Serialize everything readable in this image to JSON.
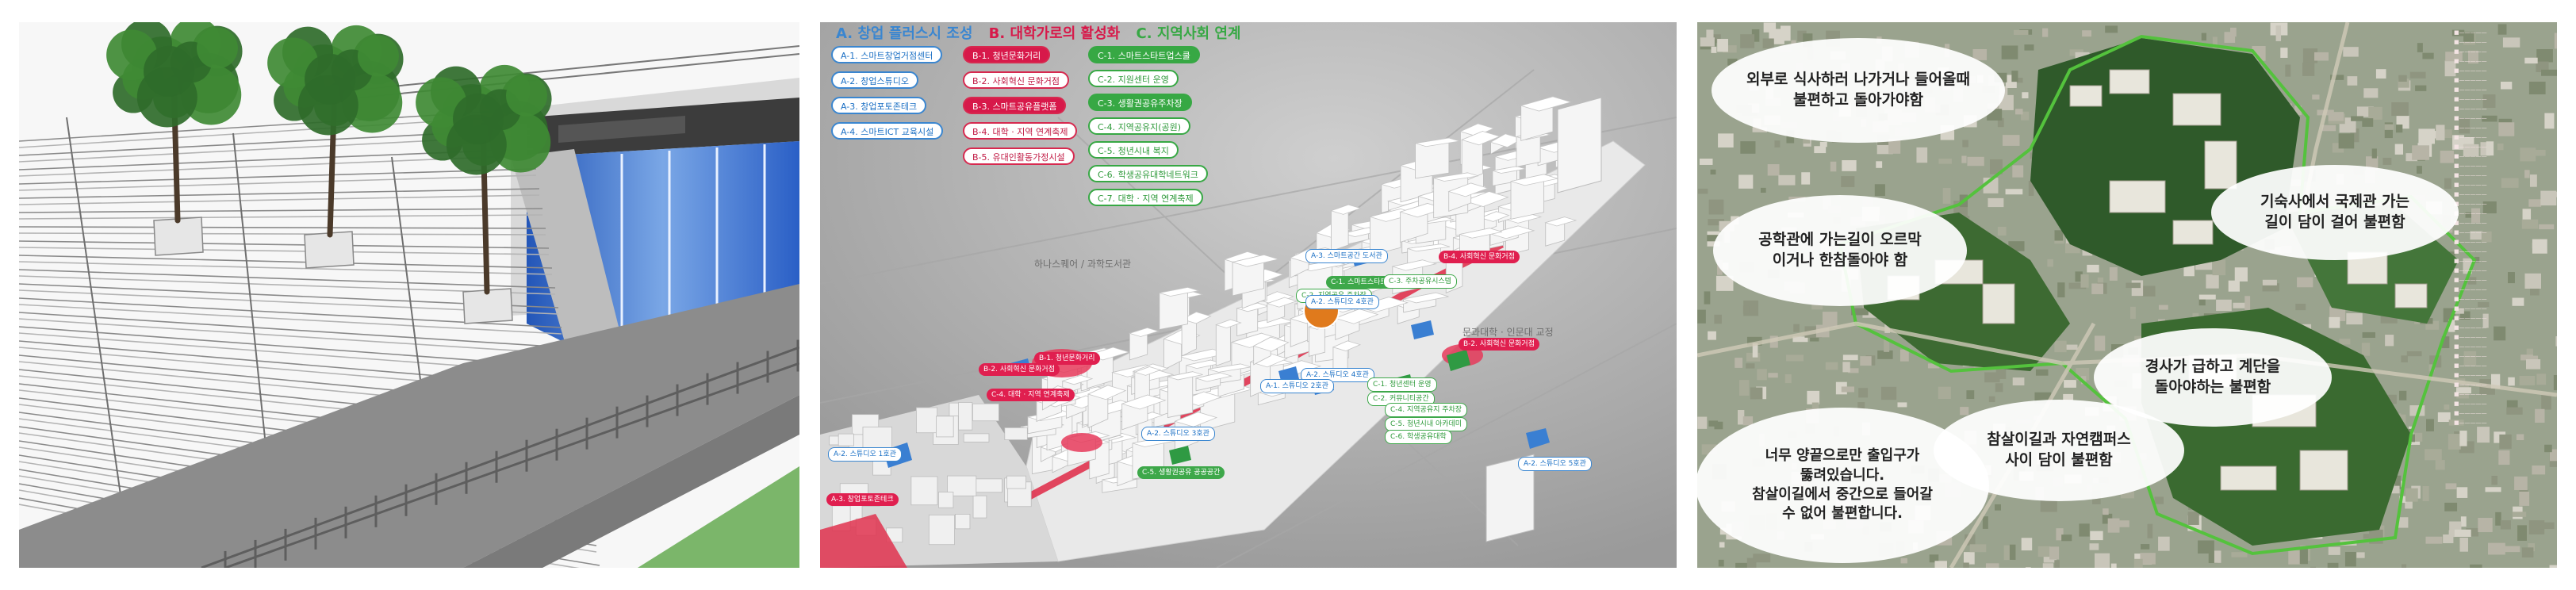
{
  "panel2": {
    "title_a": "A. 창업 플러스시 조성",
    "title_b": "B. 대학가로의 활성화",
    "title_c": "C. 지역사회 연계",
    "legend_a": [
      "A-1. 스마트창업거점센터",
      "A-2. 창업스튜디오",
      "A-3. 창업포토존테크",
      "A-4. 스마트ICT 교육시설"
    ],
    "legend_b": [
      "B-1. 청년문화거리",
      "B-2. 사회혁신 문화거점",
      "B-3. 스마트공유플랫폼",
      "B-4. 대학 · 지역 연계축제",
      "B-5. 유대인활동가정시설"
    ],
    "legend_c": [
      "C-1. 스마트스타트업스쿨",
      "C-2. 지원센터 운영",
      "C-3. 생활권공유주차장",
      "C-4. 지역공유지(공원)",
      "C-5. 청년시내 복지",
      "C-6. 학생공유대학네트워크",
      "C-7. 대학 · 지역 연계축제"
    ],
    "map_label_1": "하나스퀘어 / 과학도서관",
    "map_label_2": "문과대학 · 인문대 교정",
    "tags": [
      {
        "cls": "a",
        "text": "A-3. 스마트공간 도서관"
      },
      {
        "cls": "b",
        "text": "B-4. 사회혁신 문화거점"
      },
      {
        "cls": "c",
        "text": "C-1. 스마트스타트업스쿨"
      },
      {
        "cls": "cw",
        "text": "C-2. 지역공유 주차장"
      },
      {
        "cls": "cw",
        "text": "C-3. 주차공유시스템"
      },
      {
        "cls": "a",
        "text": "A-2. 스튜디오 4호관"
      },
      {
        "cls": "b",
        "text": "B-2. 사회혁신 문화거점"
      },
      {
        "cls": "b",
        "text": "B-1. 청년문화거리"
      },
      {
        "cls": "b",
        "text": "C-4. 대학 · 지역 연계축제"
      },
      {
        "cls": "a",
        "text": "A-2. 스튜디오 4호관"
      },
      {
        "cls": "a",
        "text": "A-1. 스튜디오 2호관"
      },
      {
        "cls": "cw",
        "text": "C-1. 청년센터 운영"
      },
      {
        "cls": "cw",
        "text": "C-2. 커뮤니티공간"
      },
      {
        "cls": "cw",
        "text": "C-4. 지역공유지 주차장"
      },
      {
        "cls": "cw",
        "text": "C-5. 청년시내 아카데미"
      },
      {
        "cls": "b",
        "text": "B-2. 사회혁신 문화거점"
      },
      {
        "cls": "a",
        "text": "A-2. 스튜디오 3호관"
      },
      {
        "cls": "cw",
        "text": "C-6. 학생공유대학"
      },
      {
        "cls": "c",
        "text": "C-5. 생활권공유 공공공간"
      },
      {
        "cls": "a",
        "text": "A-2. 스튜디오 5호관"
      },
      {
        "cls": "a",
        "text": "A-2. 스튜디오 1호관"
      },
      {
        "cls": "b",
        "text": "A-3. 창업포토존테크"
      }
    ]
  },
  "panel3": {
    "bubbles": [
      "외부로 식사하러 나가거나 들어올때\n불편하고 돌아가야함",
      "공학관에 가는길이 오르막\n이거나 한참돌아야 함",
      "기숙사에서 국제관 가는\n길이 담이 걸어 불편함",
      "경사가 급하고 계단을\n돌아야하는 불편함",
      "너무 양끝으로만 출입구가\n뚫려있습니다.\n참살이길에서 중간으로 들어갈\n수 없어 불편합니다.",
      "참살이길과 자연캠퍼스\n사이 담이 불편함"
    ]
  },
  "colors": {
    "blue": "#3a86d0",
    "red": "#d7194a",
    "green": "#37a844"
  }
}
